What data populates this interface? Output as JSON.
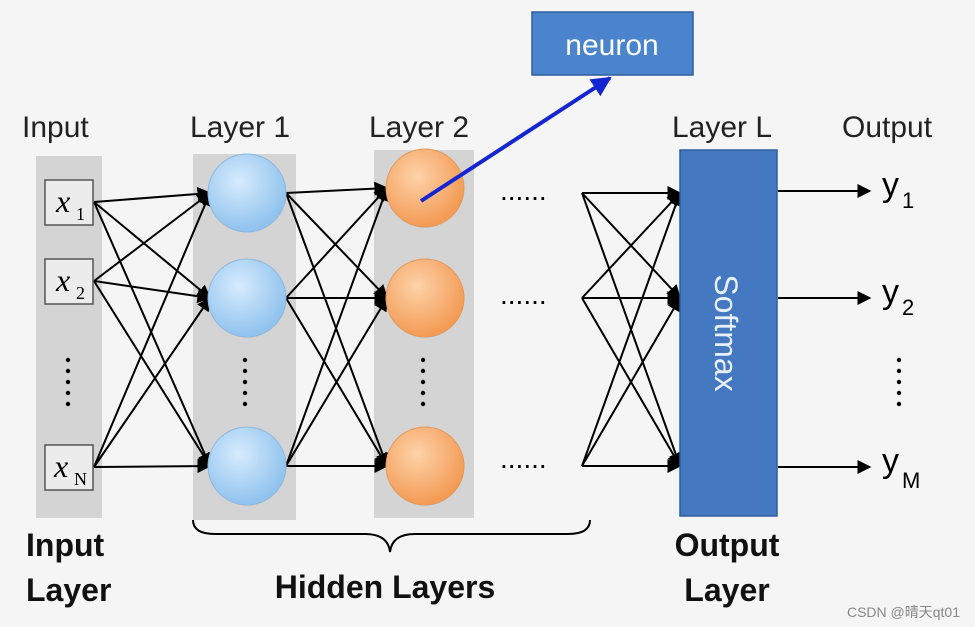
{
  "labels": {
    "input": "Input",
    "layer1": "Layer 1",
    "layer2": "Layer 2",
    "layerL": "Layer L",
    "output": "Output",
    "neuron": "neuron",
    "softmax": "Softmax",
    "input_layer_line1": "Input",
    "input_layer_line2": "Layer",
    "hidden_layers": "Hidden Layers",
    "output_layer_line1": "Output",
    "output_layer_line2": "Layer",
    "ellipsis": "......",
    "watermark": "CSDN @晴天qt01"
  },
  "inputs": [
    {
      "var": "x",
      "sub": "1"
    },
    {
      "var": "x",
      "sub": "2"
    },
    {
      "var": "x",
      "sub": "N"
    }
  ],
  "outputs": [
    {
      "var": "y",
      "sub": "1"
    },
    {
      "var": "y",
      "sub": "2"
    },
    {
      "var": "y",
      "sub": "M"
    }
  ],
  "colors": {
    "background": "#f4f5f4",
    "column_gray": "#d4d4d4",
    "layer1_neuron": "#a9d1f5",
    "layer2_neuron": "#f8b37a",
    "softmax_blue": "#4479c1",
    "neuron_box": "#4a84cc",
    "pointer_arrow": "#1426d2",
    "line": "#000000"
  }
}
